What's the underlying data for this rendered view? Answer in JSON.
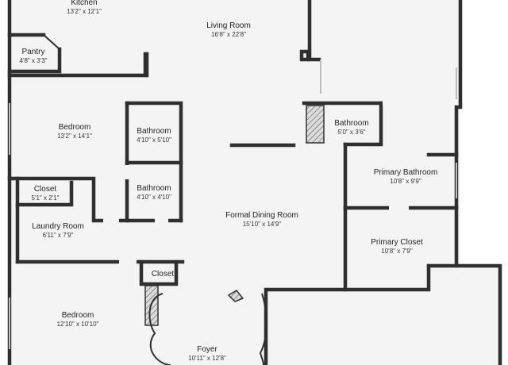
{
  "colors": {
    "wall": "#2f2f2f",
    "floor": "#f4f4f4",
    "window": "#bdbdbd",
    "background": "#ffffff"
  },
  "rooms": [
    {
      "key": "kitchen",
      "name": "Kitchen",
      "dims": "13'2\" x 12'1\""
    },
    {
      "key": "living",
      "name": "Living Room",
      "dims": "16'8\" x 22'8\""
    },
    {
      "key": "pantry",
      "name": "Pantry",
      "dims": "4'8\" x 3'3\""
    },
    {
      "key": "bedroom1",
      "name": "Bedroom",
      "dims": "13'2\" x 14'1\""
    },
    {
      "key": "bath1",
      "name": "Bathroom",
      "dims": "4'10\" x 5'10\""
    },
    {
      "key": "bath2",
      "name": "Bathroom",
      "dims": "4'10\" x 4'10\""
    },
    {
      "key": "bath3",
      "name": "Bathroom",
      "dims": "5'0\" x 3'6\""
    },
    {
      "key": "primary_bath",
      "name": "Primary Bathroom",
      "dims": "10'8\" x 9'9\""
    },
    {
      "key": "closet1",
      "name": "Closet",
      "dims": "5'1\" x 2'1\""
    },
    {
      "key": "laundry",
      "name": "Laundry Room",
      "dims": "6'11\" x 7'9\""
    },
    {
      "key": "dining",
      "name": "Formal Dining Room",
      "dims": "15'10\" x 14'9\""
    },
    {
      "key": "primary_closet",
      "name": "Primary Closet",
      "dims": "10'8\" x 7'9\""
    },
    {
      "key": "closet2",
      "name": "Closet",
      "dims": ""
    },
    {
      "key": "bedroom2",
      "name": "Bedroom",
      "dims": "12'10\" x 10'10\""
    },
    {
      "key": "foyer",
      "name": "Foyer",
      "dims": "10'11\" x 12'8\""
    }
  ]
}
